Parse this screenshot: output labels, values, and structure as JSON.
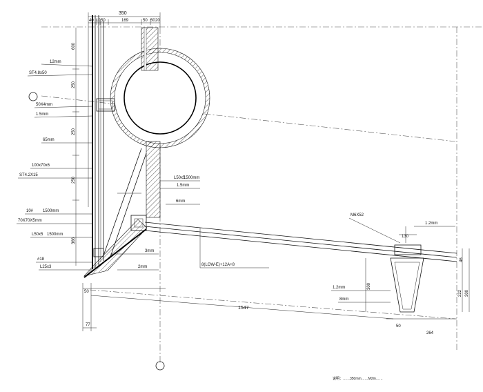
{
  "top_dims": {
    "total": "350",
    "d1": "40",
    "d2": "10",
    "d3": "50",
    "d4": "169",
    "d5": "50",
    "d6": "50",
    "d7": "20"
  },
  "left_vertical_dims": [
    "600",
    "250",
    "250",
    "250",
    "366"
  ],
  "left_labels": [
    "12mm",
    "ST4.8x50",
    "50X4mm",
    "1.5mm",
    "65mm",
    "100x70x6",
    "ST4.2X15",
    "10#",
    "1500mm",
    "70X70X5mm",
    "L50x5",
    "1500mm",
    "#18",
    "L25x3"
  ],
  "middle_labels": [
    "L50x5",
    "1500mm",
    "1.5mm",
    "6mm",
    "3mm",
    "2mm"
  ],
  "glass_spec": "8(LOW-E)+12A+8",
  "right_labels": [
    "M6X52",
    "1.2mm",
    "1.2mm",
    "8mm"
  ],
  "right_dims": {
    "top": "130",
    "side_300": "300",
    "side_222": "222",
    "side_300b": "300",
    "side_46": "46",
    "bottom_50": "50",
    "bottom_264": "264"
  },
  "bottom_dims": {
    "left_50": "50",
    "span": "1547",
    "bottom_77": "77"
  },
  "note": "说明：……350mm……M2m……"
}
